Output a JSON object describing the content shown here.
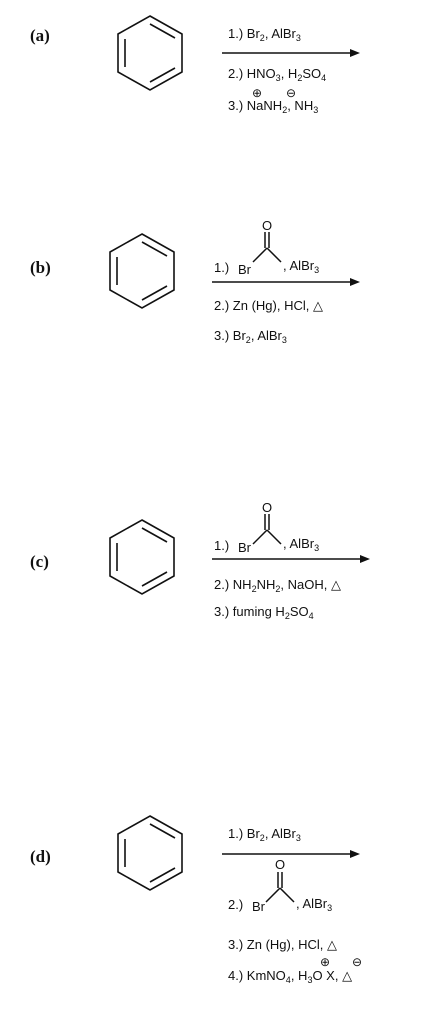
{
  "panels": [
    {
      "label": "(a)",
      "steps": [
        {
          "pre": "1.) Br",
          "sub1": "2",
          "mid": ", AlBr",
          "sub2": "3",
          "post": ""
        },
        {
          "pre": "2.) HNO",
          "sub1": "3",
          "mid": ", H",
          "sub2": "2",
          "mid2": "SO",
          "sub3": "4"
        },
        {
          "pre": "3.) NaNH",
          "sub1": "2",
          "mid": ", NH",
          "sub2": "3"
        }
      ]
    },
    {
      "label": "(b)",
      "acyl": {
        "br": "Br",
        "o": "O",
        "tail": ", AlBr",
        "tail_sub": "3",
        "num": "1.)"
      },
      "steps": [
        {
          "text": "2.) Zn (Hg), HCl, △"
        },
        {
          "pre": "3.) Br",
          "sub1": "2",
          "mid": ", AlBr",
          "sub2": "3"
        }
      ]
    },
    {
      "label": "(c)",
      "acyl": {
        "br": "Br",
        "o": "O",
        "tail": ", AlBr",
        "tail_sub": "3",
        "num": "1.)"
      },
      "steps": [
        {
          "pre": "2.) NH",
          "sub1": "2",
          "mid": "NH",
          "sub2": "2",
          "post": ", NaOH, △"
        },
        {
          "pre": "3.) fuming H",
          "sub1": "2",
          "mid": "SO",
          "sub2": "4"
        }
      ]
    },
    {
      "label": "(d)",
      "steps": [
        {
          "pre": "1.) Br",
          "sub1": "2",
          "mid": ", AlBr",
          "sub2": "3"
        },
        {
          "text": "3.) Zn (Hg), HCl, △"
        },
        {
          "pre": "4.) KmNO",
          "sub1": "4",
          "mid": ",  H",
          "sub2": "3",
          "post": "O X, △"
        }
      ],
      "acyl": {
        "br": "Br",
        "o": "O",
        "tail": ", AlBr",
        "tail_sub": "3",
        "num": "2.)"
      }
    }
  ],
  "symbols": {
    "plus": "⊕",
    "minus": "⊖"
  }
}
